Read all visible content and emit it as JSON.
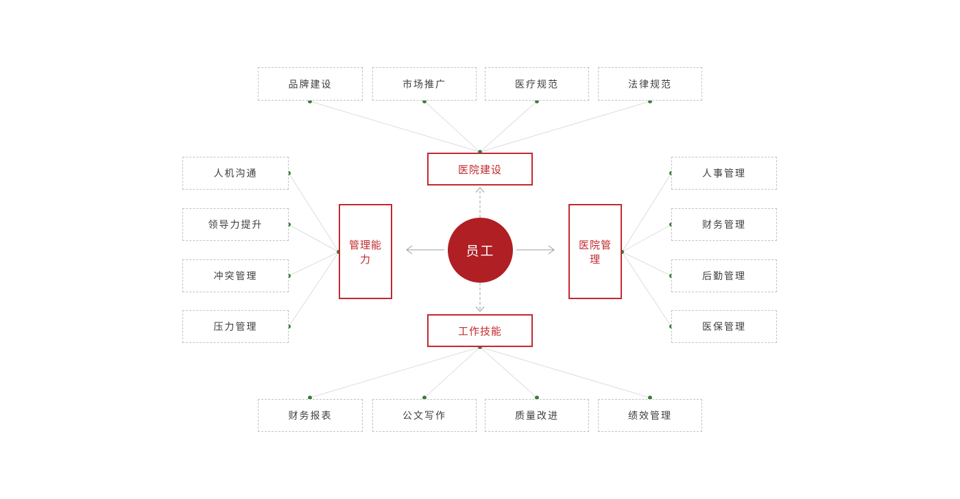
{
  "colors": {
    "accent_red": "#B01F24",
    "border_red": "#C2262B",
    "dot_green": "#3A7D3A",
    "line_gray": "#DCDCDC",
    "arrow_gray": "#9C9C9C",
    "box_border_gray": "#C2C2C2",
    "text_dark": "#3D3D3D"
  },
  "center": {
    "label": "员工"
  },
  "categories": {
    "top": {
      "label": "医院建设",
      "items": [
        "品牌建设",
        "市场推广",
        "医疗规范",
        "法律规范"
      ]
    },
    "left": {
      "label": "管理能力",
      "items": [
        "人机沟通",
        "领导力提升",
        "冲突管理",
        "压力管理"
      ]
    },
    "right": {
      "label": "医院管理",
      "items": [
        "人事管理",
        "财务管理",
        "后勤管理",
        "医保管理"
      ]
    },
    "bottom": {
      "label": "工作技能",
      "items": [
        "财务报表",
        "公文写作",
        "质量改进",
        "绩效管理"
      ]
    }
  }
}
